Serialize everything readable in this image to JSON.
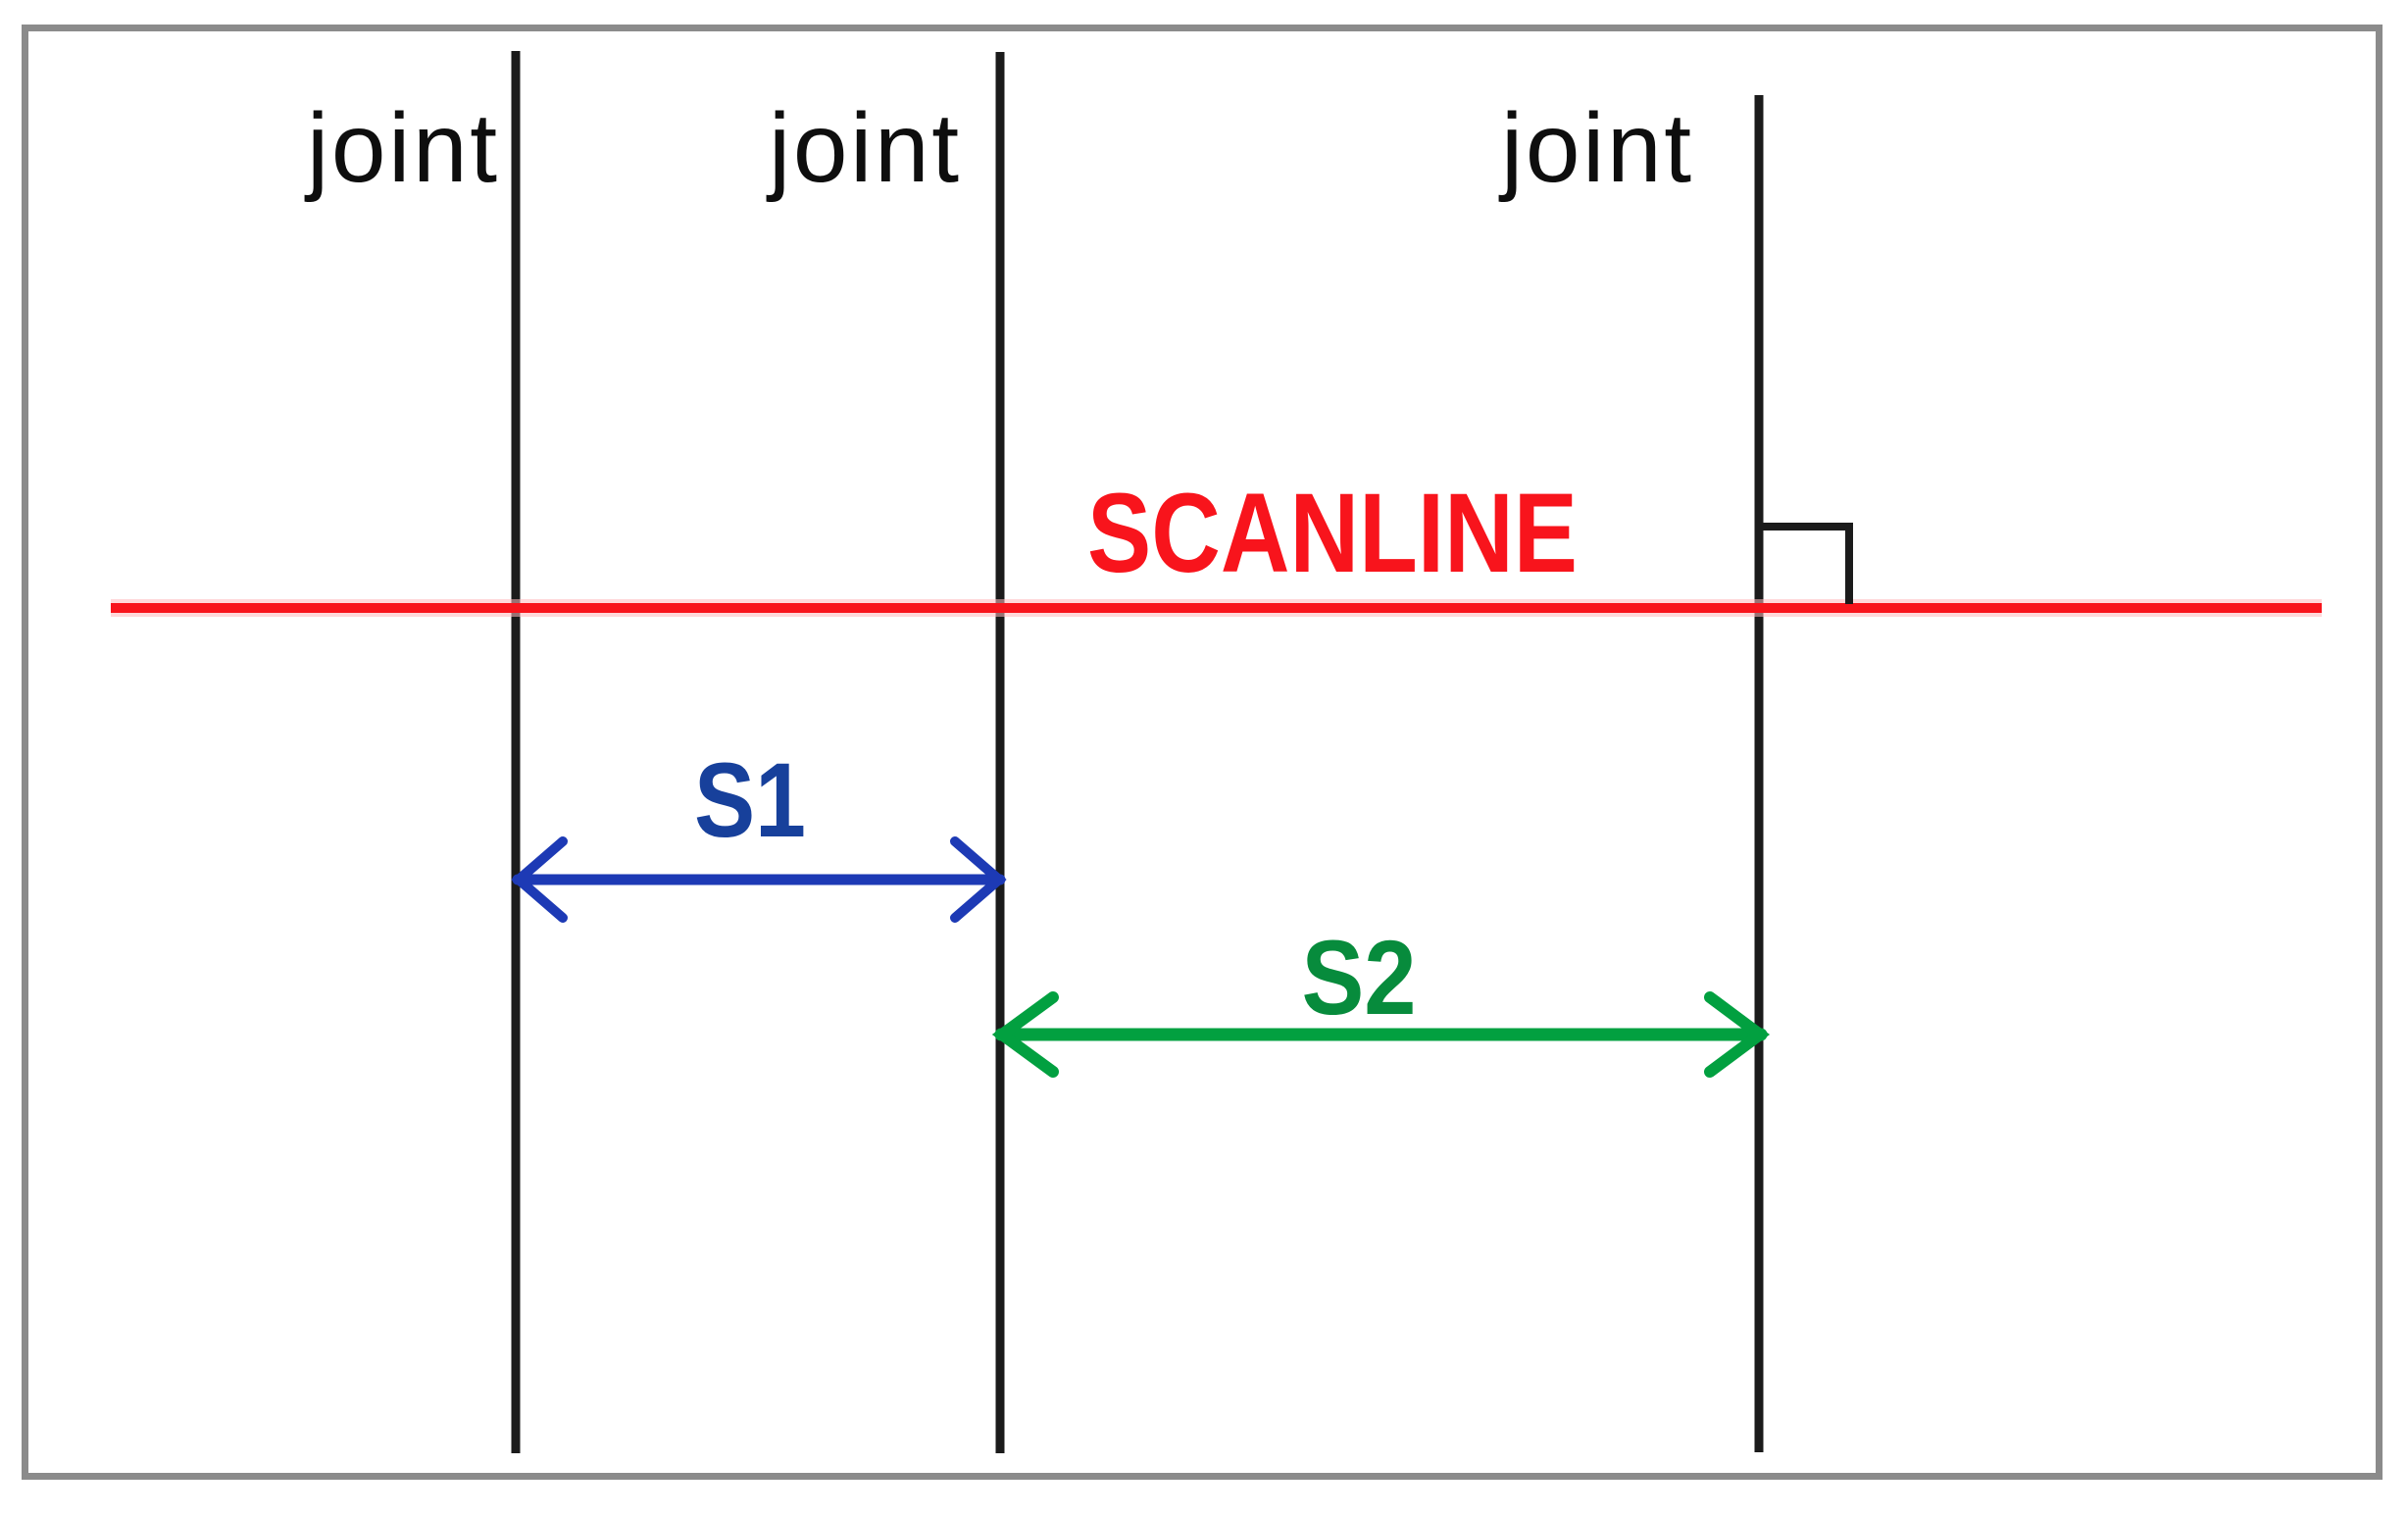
{
  "diagram": {
    "joint_labels": [
      "joint",
      "joint",
      "joint"
    ],
    "scanline": {
      "label": "SCANLINE"
    },
    "spacings": [
      {
        "label": "S1"
      },
      {
        "label": "S2"
      }
    ],
    "colors": {
      "scanline_red": "#f8141c",
      "joint_line_black": "#1b1b1b",
      "s1_arrow_blue": "#1d3ab5",
      "s1_text_blue": "#17409b",
      "s2_arrow_green": "#02a040",
      "s2_text_green": "#078b3c",
      "frame_gray": "#8b8b8b",
      "background": "#ffffff"
    }
  }
}
